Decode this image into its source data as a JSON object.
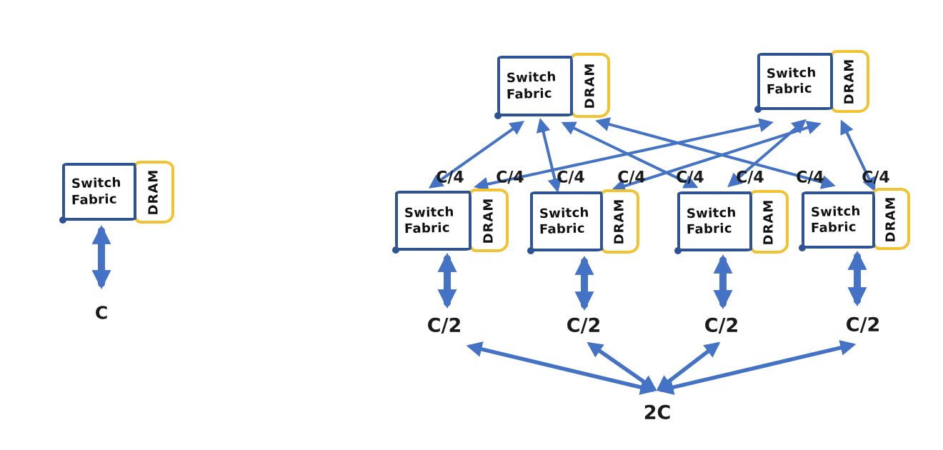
{
  "colors": {
    "box_border": "#2e5395",
    "dram_border": "#f2c230",
    "arrow": "#4472c4",
    "label_text": "#1a1a1a",
    "background": "#ffffff"
  },
  "node": {
    "title_line1": "Switch",
    "title_line2": "Fabric",
    "memory": "DRAM"
  },
  "single_node": {
    "capacity_label": "C"
  },
  "cluster": {
    "uplink_labels": [
      "C/4",
      "C/4",
      "C/4",
      "C/4",
      "C/4",
      "C/4",
      "C/4",
      "C/4"
    ],
    "downlink_labels": [
      "C/2",
      "C/2",
      "C/2",
      "C/2"
    ],
    "aggregate_label": "2C"
  }
}
